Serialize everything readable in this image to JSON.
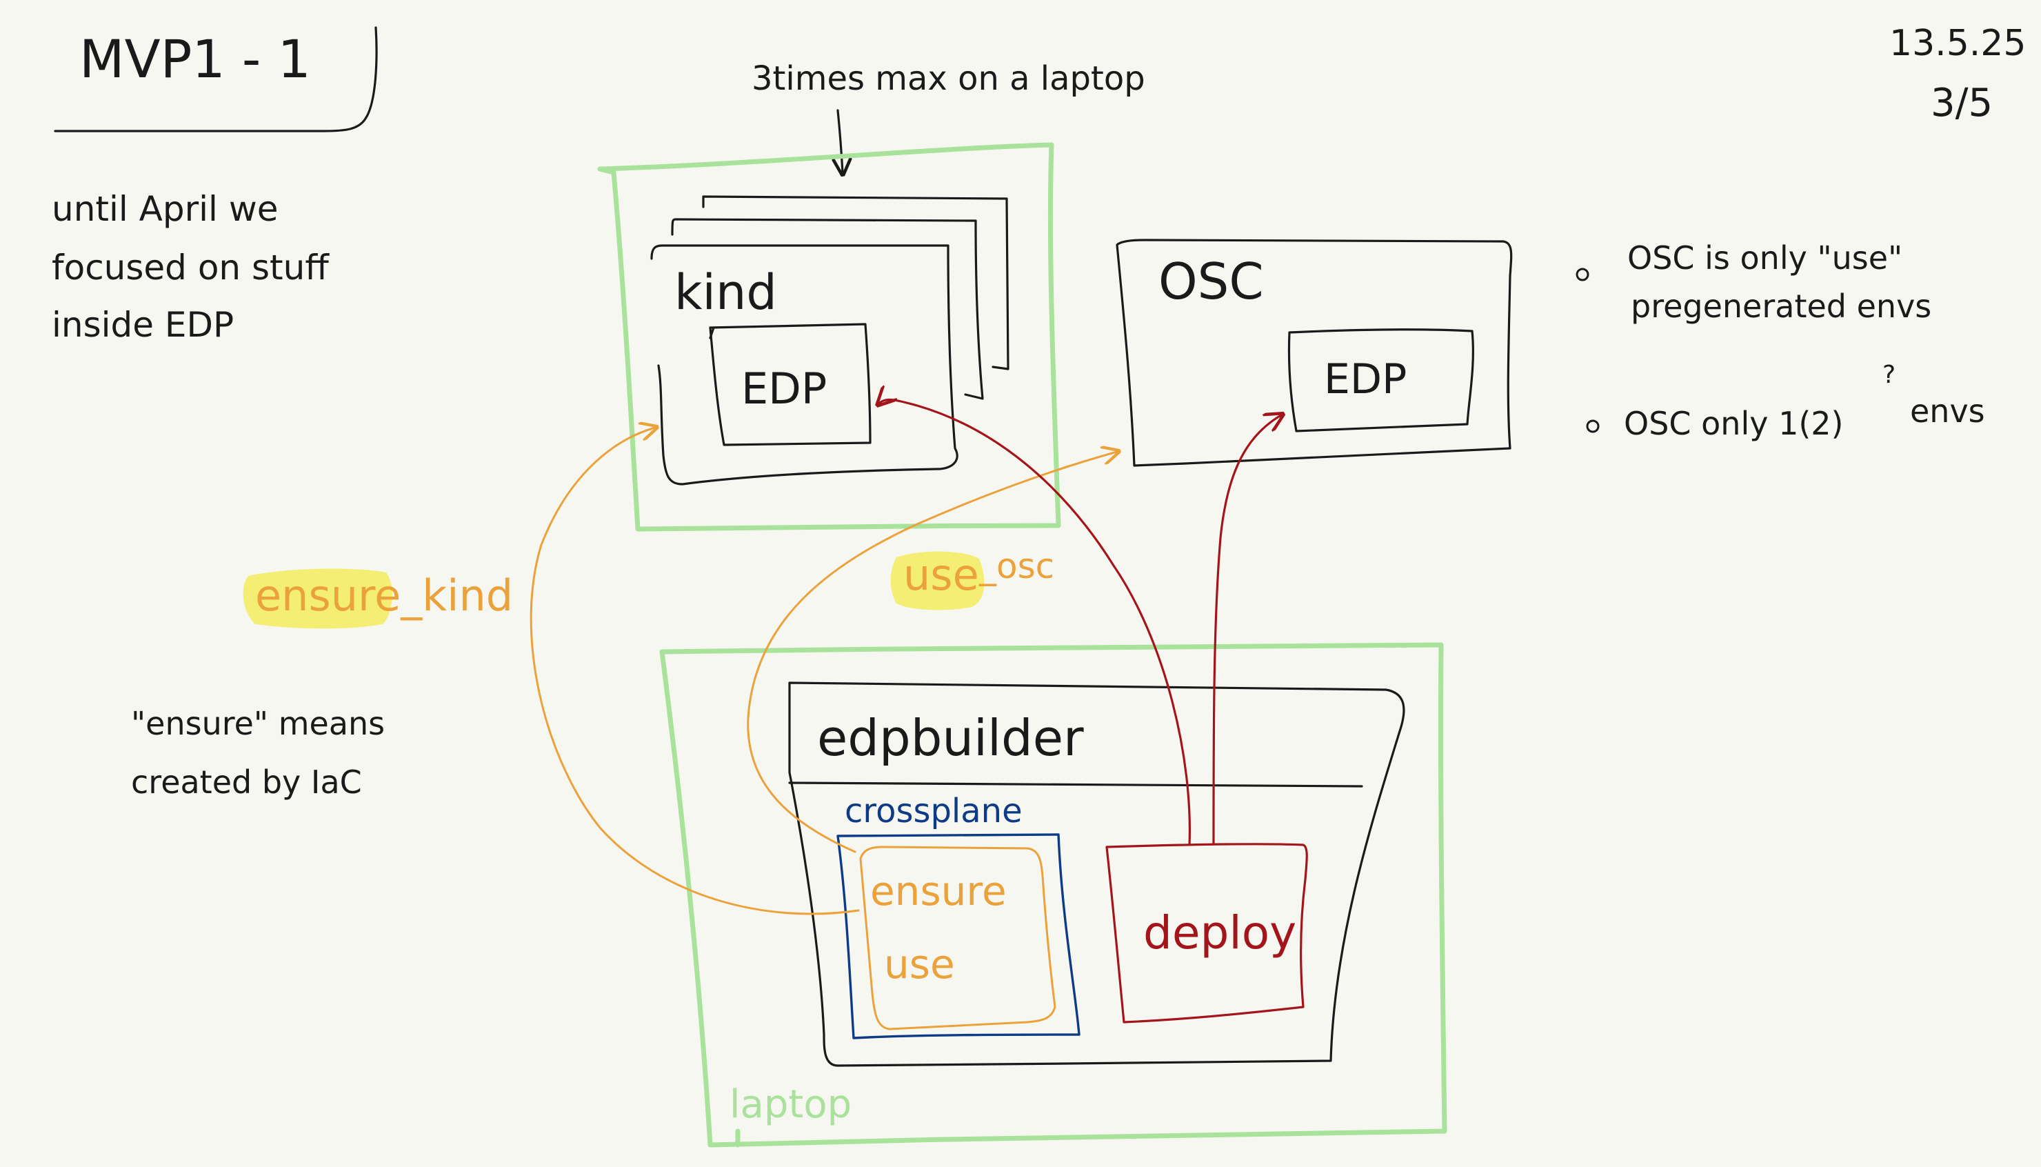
{
  "title": "MVP1 - 1",
  "date": "13.5.25",
  "page": "3/5",
  "intro": {
    "line1": "until April we",
    "line2": "focused on stuff",
    "line3": "inside EDP"
  },
  "timers_note": "3times max on a laptop",
  "kind_label": "kind",
  "kind_edp_label": "EDP",
  "osc_label": "OSC",
  "osc_edp_label": "EDP",
  "bullets": {
    "b1_line1": "OSC is only \"use\"",
    "b1_line2": "pregenerated envs",
    "b2_line1": "OSC only 1(2)",
    "b2_sup": "?",
    "b2_tail": "envs"
  },
  "ensure_kind_label": "ensure_kind",
  "use_osc": {
    "use": "use",
    "rest": "_osc"
  },
  "ensure_note": {
    "line1": "\"ensure\" means",
    "line2": "created by IaC"
  },
  "edpbuilder_label": "edpbuilder",
  "crossplane_label": "crossplane",
  "ensure_label": "ensure",
  "use_label": "use",
  "deploy_label": "deploy",
  "laptop_label": "laptop",
  "colors": {
    "ink": "#1a1a1a",
    "green": "#a9e29a",
    "orange": "#eba23a",
    "red": "#a3151b",
    "blue": "#0d3b85",
    "highlight": "#f3ec4a",
    "paper": "#f7f7f2"
  }
}
